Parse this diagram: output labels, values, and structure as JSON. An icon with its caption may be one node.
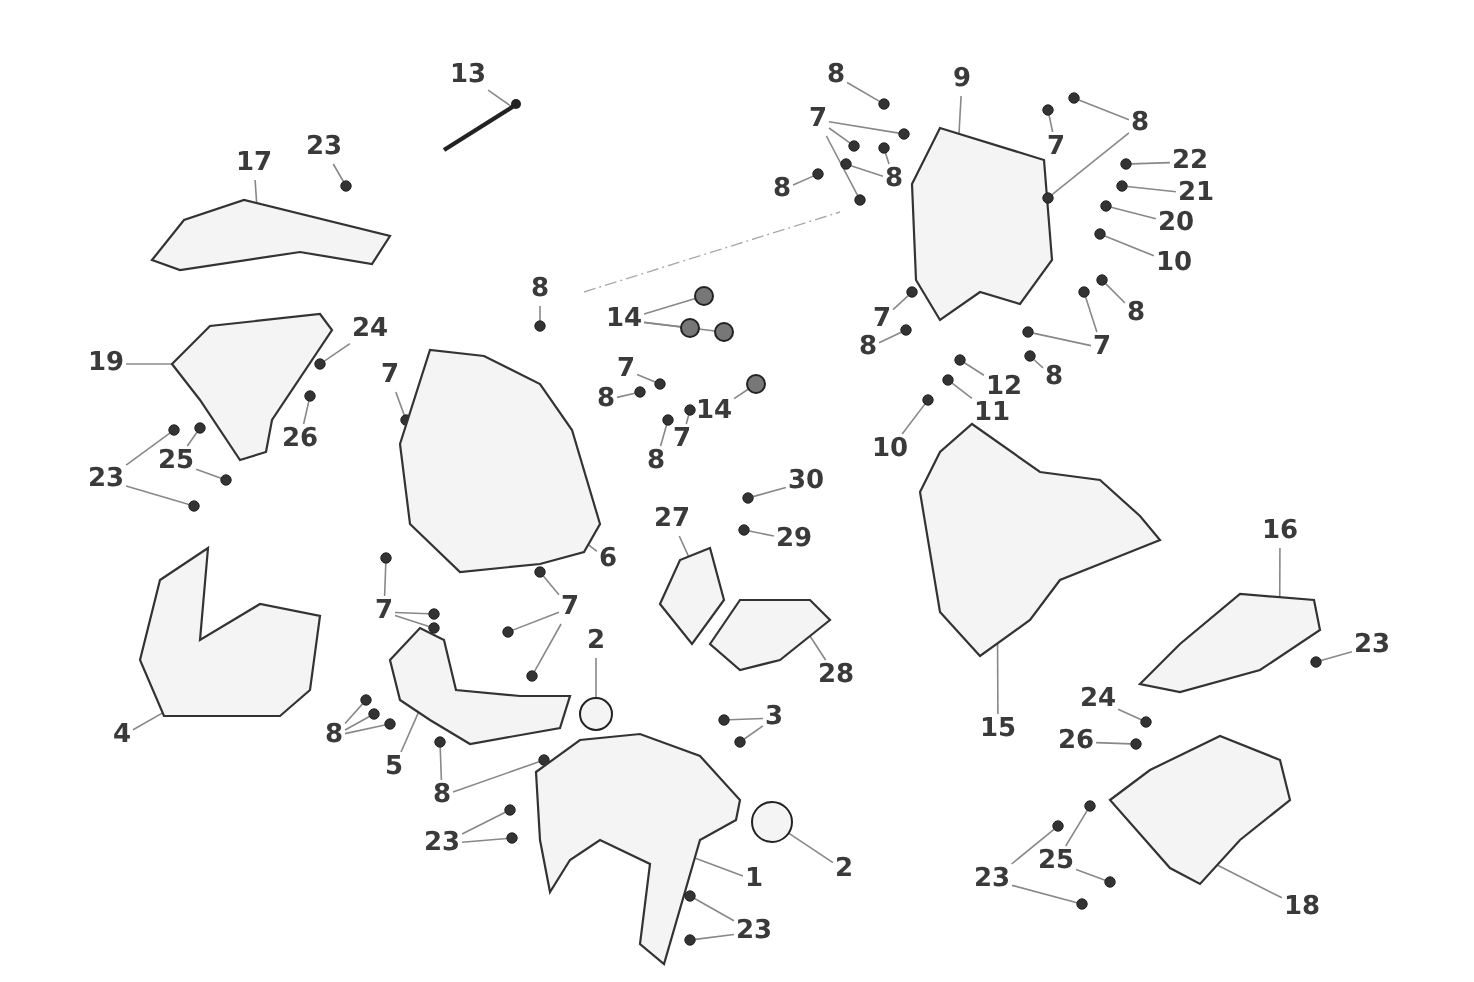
{
  "diagram": {
    "nodes": [
      {
        "text": [
          "13"
        ]
      },
      {
        "text": [
          "23"
        ]
      },
      {
        "text": [
          "17"
        ]
      },
      {
        "text": [
          "8"
        ]
      },
      {
        "text": [
          "9"
        ]
      },
      {
        "text": [
          "8"
        ]
      },
      {
        "text": [
          "7"
        ]
      },
      {
        "text": [
          "7"
        ]
      },
      {
        "text": [
          "8"
        ]
      },
      {
        "text": [
          "8"
        ]
      },
      {
        "text": [
          "22"
        ]
      },
      {
        "text": [
          "21"
        ]
      },
      {
        "text": [
          "20"
        ]
      },
      {
        "text": [
          "10"
        ]
      },
      {
        "text": [
          "8"
        ]
      },
      {
        "text": [
          "7"
        ]
      },
      {
        "text": [
          "8"
        ]
      },
      {
        "text": [
          "7"
        ]
      },
      {
        "text": [
          "8"
        ]
      },
      {
        "text": [
          "12"
        ]
      },
      {
        "text": [
          "11"
        ]
      },
      {
        "text": [
          "10"
        ]
      },
      {
        "text": [
          "14"
        ]
      },
      {
        "text": [
          "14"
        ]
      },
      {
        "text": [
          "7"
        ]
      },
      {
        "text": [
          "8"
        ]
      },
      {
        "text": [
          "8"
        ]
      },
      {
        "text": [
          "7"
        ]
      },
      {
        "text": [
          "8"
        ]
      },
      {
        "text": [
          "7"
        ]
      },
      {
        "text": [
          "24"
        ]
      },
      {
        "text": [
          "19"
        ]
      },
      {
        "text": [
          "26"
        ]
      },
      {
        "text": [
          "25"
        ]
      },
      {
        "text": [
          "23"
        ]
      },
      {
        "text": [
          "6"
        ]
      },
      {
        "text": [
          "27"
        ]
      },
      {
        "text": [
          "30"
        ]
      },
      {
        "text": [
          "29"
        ]
      },
      {
        "text": [
          "28"
        ]
      },
      {
        "text": [
          "7"
        ]
      },
      {
        "text": [
          "7"
        ]
      },
      {
        "text": [
          "2"
        ]
      },
      {
        "text": [
          "3"
        ]
      },
      {
        "text": [
          "4"
        ]
      },
      {
        "text": [
          "8"
        ]
      },
      {
        "text": [
          "5"
        ]
      },
      {
        "text": [
          "8"
        ]
      },
      {
        "text": [
          "23"
        ]
      },
      {
        "text": [
          "1"
        ]
      },
      {
        "text": [
          "2"
        ]
      },
      {
        "text": [
          "23"
        ]
      },
      {
        "text": [
          "15"
        ]
      },
      {
        "text": [
          "16"
        ]
      },
      {
        "text": [
          "23"
        ]
      },
      {
        "text": [
          "24"
        ]
      },
      {
        "text": [
          "26"
        ]
      },
      {
        "text": [
          "25"
        ]
      },
      {
        "text": [
          "23"
        ]
      },
      {
        "text": [
          "18"
        ]
      },
      {
        "text": [],
        "shape": "picture"
      },
      {
        "text": [],
        "shape": "circle"
      },
      {
        "text": [],
        "shape": "picture"
      },
      {
        "text": [],
        "shape": "circle"
      },
      {
        "text": [],
        "shape": "picture"
      },
      {
        "text": [],
        "shape": "circle"
      },
      {
        "text": [],
        "shape": "circle"
      },
      {
        "text": [],
        "shape": "circle"
      },
      {
        "text": [],
        "shape": "circle"
      },
      {
        "text": [],
        "shape": "circle"
      },
      {
        "text": [],
        "shape": "circle"
      },
      {
        "text": [],
        "shape": "circle"
      },
      {
        "text": [],
        "shape": "circle"
      },
      {
        "text": [],
        "shape": "circle"
      },
      {
        "text": [],
        "shape": "circle"
      },
      {
        "text": [],
        "shape": "circle"
      },
      {
        "text": [],
        "shape": "circle"
      },
      {
        "text": [],
        "shape": "circle"
      },
      {
        "text": [],
        "shape": "circle"
      },
      {
        "text": [],
        "shape": "circle"
      },
      {
        "text": [],
        "shape": "circle"
      },
      {
        "text": [],
        "shape": "circle"
      },
      {
        "text": [],
        "shape": "circle"
      },
      {
        "text": [],
        "shape": "circle"
      },
      {
        "text": [],
        "shape": "circle"
      },
      {
        "text": [],
        "shape": "circle"
      },
      {
        "text": [],
        "shape": "circle"
      },
      {
        "text": [],
        "shape": "circle"
      },
      {
        "text": [],
        "shape": "circle"
      },
      {
        "text": [],
        "shape": "circle"
      },
      {
        "text": [],
        "shape": "circle"
      },
      {
        "text": [],
        "shape": "circle"
      },
      {
        "text": [],
        "shape": "circle"
      },
      {
        "text": [],
        "shape": "circle"
      },
      {
        "text": [],
        "shape": "circle"
      },
      {
        "text": [],
        "shape": "circle"
      },
      {
        "text": [],
        "shape": "circle"
      },
      {
        "text": [],
        "shape": "circle"
      },
      {
        "text": [],
        "shape": "picture"
      },
      {
        "text": [],
        "shape": "circle"
      },
      {
        "text": [],
        "shape": "circle"
      },
      {
        "text": [],
        "shape": "circle"
      },
      {
        "text": [],
        "shape": "circle"
      },
      {
        "text": [],
        "shape": "circle"
      },
      {
        "text": [],
        "shape": "picture"
      },
      {
        "text": [],
        "shape": "picture"
      },
      {
        "text": [],
        "shape": "circle"
      },
      {
        "text": [],
        "shape": "circle"
      },
      {
        "text": [],
        "shape": "picture"
      },
      {
        "text": [],
        "shape": "circle"
      },
      {
        "text": [],
        "shape": "circle"
      },
      {
        "text": [],
        "shape": "circle"
      },
      {
        "text": [],
        "shape": "circle"
      },
      {
        "text": [],
        "shape": "circle"
      },
      {
        "text": [],
        "shape": "circle"
      },
      {
        "text": [],
        "shape": "circle"
      },
      {
        "text": [],
        "shape": "circle"
      },
      {
        "text": [],
        "shape": "circle"
      },
      {
        "text": [],
        "shape": "picture"
      },
      {
        "text": [],
        "shape": "circle"
      },
      {
        "text": [],
        "shape": "circle"
      },
      {
        "text": [],
        "shape": "circle"
      },
      {
        "text": [],
        "shape": "picture"
      },
      {
        "text": [],
        "shape": "circle"
      },
      {
        "text": [],
        "shape": "circle"
      },
      {
        "text": [],
        "shape": "circle"
      },
      {
        "text": [],
        "shape": "circle"
      },
      {
        "text": [],
        "shape": "picture"
      },
      {
        "text": [],
        "shape": "circle"
      },
      {
        "text": [],
        "shape": "circle"
      },
      {
        "text": [],
        "shape": "circle"
      },
      {
        "text": [],
        "shape": "picture"
      },
      {
        "text": [],
        "shape": "picture"
      },
      {
        "text": [],
        "shape": "circle"
      },
      {
        "text": [],
        "shape": "circle"
      },
      {
        "text": [],
        "shape": "circle"
      },
      {
        "text": [],
        "shape": "circle"
      },
      {
        "text": [],
        "shape": "circle"
      },
      {
        "text": [],
        "shape": "circle"
      },
      {
        "text": [],
        "shape": "circle"
      },
      {
        "text": [],
        "shape": "picture"
      }
    ],
    "edges": [
      {
        "from": 0,
        "to": 60,
        "arrow": "none"
      },
      {
        "from": 1,
        "to": 61,
        "arrow": "none"
      },
      {
        "from": 2,
        "to": 62,
        "arrow": "none"
      },
      {
        "from": 3,
        "to": 63,
        "arrow": "none"
      },
      {
        "from": 4,
        "to": 64,
        "arrow": "none"
      },
      {
        "from": 5,
        "to": 65,
        "arrow": "none"
      },
      {
        "from": 5,
        "to": 66,
        "arrow": "none"
      },
      {
        "from": 6,
        "to": 67,
        "arrow": "none"
      },
      {
        "from": 6,
        "to": 68,
        "arrow": "none"
      },
      {
        "from": 6,
        "to": 69,
        "arrow": "none"
      },
      {
        "from": 7,
        "to": 70,
        "arrow": "none"
      },
      {
        "from": 8,
        "to": 71,
        "arrow": "none"
      },
      {
        "from": 9,
        "to": 72,
        "arrow": "none"
      },
      {
        "from": 9,
        "to": 73,
        "arrow": "none"
      },
      {
        "from": 10,
        "to": 74,
        "arrow": "none"
      },
      {
        "from": 11,
        "to": 75,
        "arrow": "none"
      },
      {
        "from": 12,
        "to": 76,
        "arrow": "none"
      },
      {
        "from": 13,
        "to": 77,
        "arrow": "none"
      },
      {
        "from": 14,
        "to": 78,
        "arrow": "none"
      },
      {
        "from": 15,
        "to": 79,
        "arrow": "none"
      },
      {
        "from": 15,
        "to": 80,
        "arrow": "none"
      },
      {
        "from": 16,
        "to": 81,
        "arrow": "none"
      },
      {
        "from": 17,
        "to": 82,
        "arrow": "none"
      },
      {
        "from": 18,
        "to": 83,
        "arrow": "none"
      },
      {
        "from": 19,
        "to": 84,
        "arrow": "none"
      },
      {
        "from": 20,
        "to": 85,
        "arrow": "none"
      },
      {
        "from": 21,
        "to": 86,
        "arrow": "none"
      },
      {
        "from": 22,
        "to": 87,
        "arrow": "none"
      },
      {
        "from": 22,
        "to": 88,
        "arrow": "none"
      },
      {
        "from": 22,
        "to": 89,
        "arrow": "none"
      },
      {
        "from": 23,
        "to": 90,
        "arrow": "none"
      },
      {
        "from": 24,
        "to": 91,
        "arrow": "none"
      },
      {
        "from": 25,
        "to": 92,
        "arrow": "none"
      },
      {
        "from": 26,
        "to": 93,
        "arrow": "none"
      },
      {
        "from": 27,
        "to": 94,
        "arrow": "none"
      },
      {
        "from": 28,
        "to": 95,
        "arrow": "none"
      },
      {
        "from": 29,
        "to": 96,
        "arrow": "none"
      },
      {
        "from": 30,
        "to": 97,
        "arrow": "none"
      },
      {
        "from": 31,
        "to": 98,
        "arrow": "none"
      },
      {
        "from": 32,
        "to": 99,
        "arrow": "none"
      },
      {
        "from": 33,
        "to": 100,
        "arrow": "none"
      },
      {
        "from": 33,
        "to": 101,
        "arrow": "none"
      },
      {
        "from": 34,
        "to": 102,
        "arrow": "none"
      },
      {
        "from": 34,
        "to": 103,
        "arrow": "none"
      },
      {
        "from": 35,
        "to": 104,
        "arrow": "none"
      },
      {
        "from": 36,
        "to": 105,
        "arrow": "none"
      },
      {
        "from": 37,
        "to": 106,
        "arrow": "none"
      },
      {
        "from": 38,
        "to": 107,
        "arrow": "none"
      },
      {
        "from": 39,
        "to": 108,
        "arrow": "none"
      },
      {
        "from": 40,
        "to": 109,
        "arrow": "none"
      },
      {
        "from": 40,
        "to": 110,
        "arrow": "none"
      },
      {
        "from": 40,
        "to": 111,
        "arrow": "none"
      },
      {
        "from": 41,
        "to": 112,
        "arrow": "none"
      },
      {
        "from": 41,
        "to": 113,
        "arrow": "none"
      },
      {
        "from": 41,
        "to": 114,
        "arrow": "none"
      },
      {
        "from": 42,
        "to": 115,
        "arrow": "none"
      },
      {
        "from": 43,
        "to": 116,
        "arrow": "none"
      },
      {
        "from": 43,
        "to": 117,
        "arrow": "none"
      },
      {
        "from": 44,
        "to": 118,
        "arrow": "none"
      },
      {
        "from": 45,
        "to": 119,
        "arrow": "none"
      },
      {
        "from": 45,
        "to": 120,
        "arrow": "none"
      },
      {
        "from": 45,
        "to": 121,
        "arrow": "none"
      },
      {
        "from": 46,
        "to": 122,
        "arrow": "none"
      },
      {
        "from": 47,
        "to": 123,
        "arrow": "none"
      },
      {
        "from": 47,
        "to": 124,
        "arrow": "none"
      },
      {
        "from": 48,
        "to": 125,
        "arrow": "none"
      },
      {
        "from": 48,
        "to": 126,
        "arrow": "none"
      },
      {
        "from": 49,
        "to": 127,
        "arrow": "none"
      },
      {
        "from": 50,
        "to": 128,
        "arrow": "none"
      },
      {
        "from": 51,
        "to": 129,
        "arrow": "none"
      },
      {
        "from": 51,
        "to": 130,
        "arrow": "none"
      },
      {
        "from": 52,
        "to": 131,
        "arrow": "none"
      },
      {
        "from": 53,
        "to": 132,
        "arrow": "none"
      },
      {
        "from": 54,
        "to": 133,
        "arrow": "none"
      },
      {
        "from": 55,
        "to": 134,
        "arrow": "none"
      },
      {
        "from": 56,
        "to": 135,
        "arrow": "none"
      },
      {
        "from": 57,
        "to": 136,
        "arrow": "none"
      },
      {
        "from": 57,
        "to": 137,
        "arrow": "none"
      },
      {
        "from": 58,
        "to": 138,
        "arrow": "none"
      },
      {
        "from": 58,
        "to": 139,
        "arrow": "none"
      },
      {
        "from": 59,
        "to": 140,
        "arrow": "none"
      }
    ]
  }
}
